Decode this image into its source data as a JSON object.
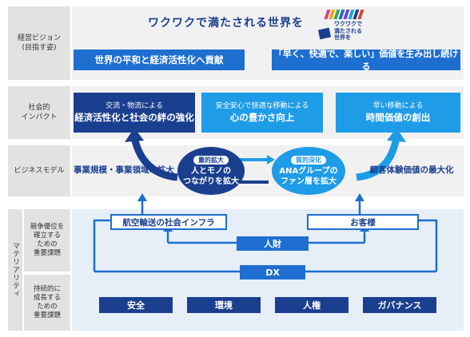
{
  "rows": {
    "vision": "経営ビジョン\n(目指す姿)",
    "impact": "社会的\nインパクト",
    "business": "ビジネスモデル",
    "materiality": "マテリアリティ",
    "competitive": "競争優位を\n確立する\nための\n重要課題",
    "sustainable": "持続的に\n成長する\nための\n重要課題"
  },
  "vision": {
    "title": "ワクワクで満たされる世界を",
    "logo_text": "ワクワクで\n満たされる\n世界を",
    "left": "世界の平和と経済活性化へ貢献",
    "right": "「早く、快適で、楽しい」価値を生み出し続ける"
  },
  "impact": [
    {
      "small": "交流・物流による",
      "big": "経済活性化と社会の絆の強化"
    },
    {
      "small": "安全安心で快適な移動による",
      "big": "心の豊かさ向上"
    },
    {
      "small": "早い移動による",
      "big": "時間価値の創出"
    }
  ],
  "business": {
    "left_label": "事業規模・事業領域の拡大",
    "right_label": "顧客体験価値の最大化",
    "circle_left": {
      "badge": "量的拡大",
      "text": "人とモノの\nつながりを拡大"
    },
    "circle_right": {
      "badge": "質的深化",
      "text": "ANAグループの\nファン層を拡大"
    }
  },
  "materiality": {
    "infra": "航空輸送の社会インフラ",
    "customer": "お客様",
    "people": "人財",
    "dx": "DX",
    "sustain": [
      "安全",
      "環境",
      "人権",
      "ガバナンス"
    ]
  },
  "colors": {
    "navy": "#1b3f8f",
    "blue": "#1e6fd0",
    "cyan": "#1f9ce8",
    "gray": "#e2e2e3"
  }
}
